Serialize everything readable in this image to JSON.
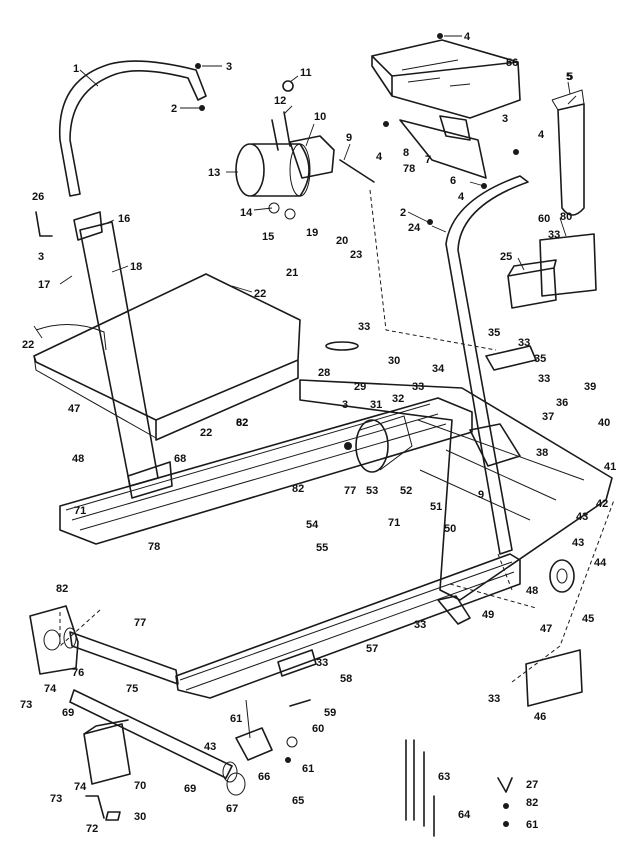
{
  "diagram": {
    "callouts": [
      {
        "id": "c1",
        "label": "1"
      },
      {
        "id": "c2",
        "label": "2"
      },
      {
        "id": "c3",
        "label": "3"
      },
      {
        "id": "c4",
        "label": "4"
      },
      {
        "id": "c4b",
        "label": "4"
      },
      {
        "id": "c4c",
        "label": "4"
      },
      {
        "id": "c4d",
        "label": "4"
      },
      {
        "id": "c5",
        "label": "5"
      },
      {
        "id": "c2b",
        "label": "2"
      },
      {
        "id": "c3b",
        "label": "3"
      },
      {
        "id": "c6",
        "label": "6"
      },
      {
        "id": "c7",
        "label": "7"
      },
      {
        "id": "c8",
        "label": "8"
      },
      {
        "id": "c78",
        "label": "78"
      },
      {
        "id": "c9",
        "label": "9"
      },
      {
        "id": "c10",
        "label": "10"
      },
      {
        "id": "c11",
        "label": "11"
      },
      {
        "id": "c12",
        "label": "12"
      },
      {
        "id": "c13",
        "label": "13"
      },
      {
        "id": "c14",
        "label": "14"
      },
      {
        "id": "c15",
        "label": "15"
      },
      {
        "id": "c16",
        "label": "16"
      },
      {
        "id": "c17",
        "label": "17"
      },
      {
        "id": "c18",
        "label": "18"
      },
      {
        "id": "c19",
        "label": "19"
      },
      {
        "id": "c20",
        "label": "20"
      },
      {
        "id": "c21",
        "label": "21"
      },
      {
        "id": "c22a",
        "label": "22"
      },
      {
        "id": "c22b",
        "label": "22"
      },
      {
        "id": "c22c",
        "label": "22"
      },
      {
        "id": "c23",
        "label": "23"
      },
      {
        "id": "c24",
        "label": "24"
      },
      {
        "id": "c25",
        "label": "25"
      },
      {
        "id": "c26",
        "label": "26"
      },
      {
        "id": "c3c",
        "label": "3"
      },
      {
        "id": "c28",
        "label": "28"
      },
      {
        "id": "c29",
        "label": "29"
      },
      {
        "id": "c30",
        "label": "30"
      },
      {
        "id": "c31",
        "label": "31"
      },
      {
        "id": "c32",
        "label": "32"
      },
      {
        "id": "c33a",
        "label": "33"
      },
      {
        "id": "c33b",
        "label": "33"
      },
      {
        "id": "c33c",
        "label": "33"
      },
      {
        "id": "c33d",
        "label": "33"
      },
      {
        "id": "c33e",
        "label": "33"
      },
      {
        "id": "c33f",
        "label": "33"
      },
      {
        "id": "c33g",
        "label": "33"
      },
      {
        "id": "c33h",
        "label": "33"
      },
      {
        "id": "c34",
        "label": "34"
      },
      {
        "id": "c35a",
        "label": "35"
      },
      {
        "id": "c35b",
        "label": "35"
      },
      {
        "id": "c36",
        "label": "36"
      },
      {
        "id": "c37",
        "label": "37"
      },
      {
        "id": "c38",
        "label": "38"
      },
      {
        "id": "c39",
        "label": "39"
      },
      {
        "id": "c40",
        "label": "40"
      },
      {
        "id": "c41",
        "label": "41"
      },
      {
        "id": "c42",
        "label": "42"
      },
      {
        "id": "c43a",
        "label": "43"
      },
      {
        "id": "c43b",
        "label": "43"
      },
      {
        "id": "c43c",
        "label": "43"
      },
      {
        "id": "c44",
        "label": "44"
      },
      {
        "id": "c45",
        "label": "45"
      },
      {
        "id": "c46",
        "label": "46"
      },
      {
        "id": "c47a",
        "label": "47"
      },
      {
        "id": "c47b",
        "label": "47"
      },
      {
        "id": "c48a",
        "label": "48"
      },
      {
        "id": "c48b",
        "label": "48"
      },
      {
        "id": "c49",
        "label": "49"
      },
      {
        "id": "c50",
        "label": "50"
      },
      {
        "id": "c51",
        "label": "51"
      },
      {
        "id": "c52",
        "label": "52"
      },
      {
        "id": "c53",
        "label": "53"
      },
      {
        "id": "c54",
        "label": "54"
      },
      {
        "id": "c55",
        "label": "55"
      },
      {
        "id": "c56",
        "label": "56"
      },
      {
        "id": "c57",
        "label": "57"
      },
      {
        "id": "c58",
        "label": "58"
      },
      {
        "id": "c59",
        "label": "59"
      },
      {
        "id": "c60",
        "label": "60"
      },
      {
        "id": "c60b",
        "label": "60"
      },
      {
        "id": "c61a",
        "label": "61"
      },
      {
        "id": "c61b",
        "label": "61"
      },
      {
        "id": "c61c",
        "label": "61"
      },
      {
        "id": "c62",
        "label": "62"
      },
      {
        "id": "c63",
        "label": "63"
      },
      {
        "id": "c64",
        "label": "64"
      },
      {
        "id": "c65",
        "label": "65"
      },
      {
        "id": "c66",
        "label": "66"
      },
      {
        "id": "c67",
        "label": "67"
      },
      {
        "id": "c68",
        "label": "68"
      },
      {
        "id": "c69a",
        "label": "69"
      },
      {
        "id": "c69b",
        "label": "69"
      },
      {
        "id": "c70",
        "label": "70"
      },
      {
        "id": "c71a",
        "label": "71"
      },
      {
        "id": "c71b",
        "label": "71"
      },
      {
        "id": "c72",
        "label": "72"
      },
      {
        "id": "c73a",
        "label": "73"
      },
      {
        "id": "c73b",
        "label": "73"
      },
      {
        "id": "c74a",
        "label": "74"
      },
      {
        "id": "c74b",
        "label": "74"
      },
      {
        "id": "c75",
        "label": "75"
      },
      {
        "id": "c76",
        "label": "76"
      },
      {
        "id": "c77a",
        "label": "77"
      },
      {
        "id": "c77b",
        "label": "77"
      },
      {
        "id": "c78b",
        "label": "78"
      },
      {
        "id": "c80",
        "label": "80"
      },
      {
        "id": "c82a",
        "label": "82"
      },
      {
        "id": "c82b",
        "label": "82"
      },
      {
        "id": "c82c",
        "label": "82"
      },
      {
        "id": "c82d",
        "label": "82"
      },
      {
        "id": "c27",
        "label": "27"
      },
      {
        "id": "c30b",
        "label": "30"
      },
      {
        "id": "c9b",
        "label": "9"
      },
      {
        "id": "c3d",
        "label": "3"
      },
      {
        "id": "c5b",
        "label": "5"
      }
    ]
  }
}
